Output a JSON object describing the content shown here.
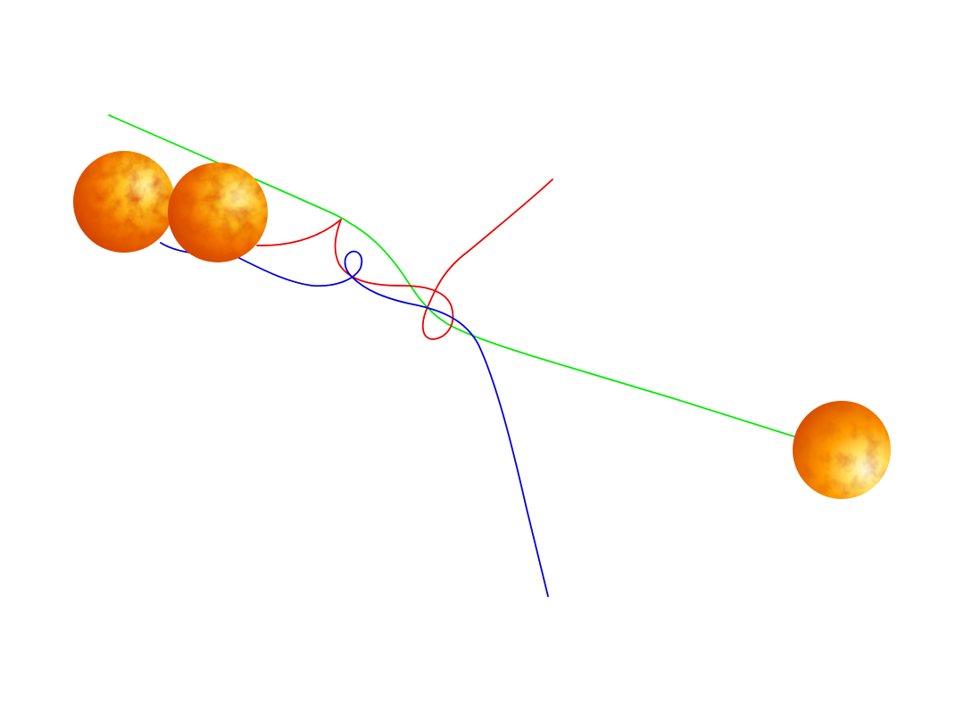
{
  "scene": {
    "description_free": true,
    "background": "#ffffff",
    "trajectories": [
      {
        "id": "green-trajectory",
        "color": "#00ee00"
      },
      {
        "id": "red-trajectory",
        "color": "#ee0000"
      },
      {
        "id": "blue-trajectory",
        "color": "#0000dd"
      }
    ],
    "bodies": [
      {
        "id": "star-left",
        "icon": "sun-sphere"
      },
      {
        "id": "star-middle",
        "icon": "sun-sphere"
      },
      {
        "id": "star-right",
        "icon": "sun-sphere"
      }
    ],
    "sun_palette": {
      "light": "#fff8b0",
      "mid": "#ffb000",
      "dark": "#e05000",
      "deep": "#b81500"
    }
  }
}
